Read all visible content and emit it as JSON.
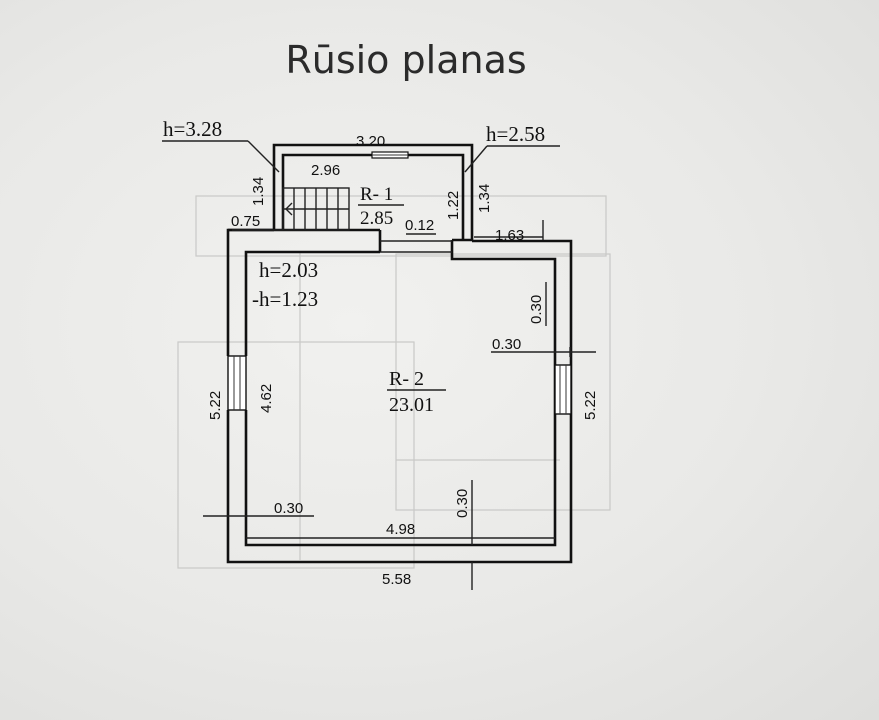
{
  "title": "Rūsio planas",
  "rooms": [
    {
      "id": "R- 1",
      "area": "2.85"
    },
    {
      "id": "R- 2",
      "area": "23.01"
    }
  ],
  "heights": {
    "left_top": "h=3.28",
    "right_top": "h=2.58",
    "room2_h": "h=2.03",
    "room2_neg_h": "-h=1.23"
  },
  "dimensions": {
    "top_outer": "3.20",
    "top_inner": "2.96",
    "left_upper": "1.34",
    "stair_step": "0.75",
    "door_gap": "0.12",
    "right_inner_upper": "1.22",
    "right_outer_upper": "1.34",
    "right_step": "1.63",
    "right_wall_top": "0.30",
    "right_wall_mid": "0.30",
    "left_outer": "5.22",
    "left_inner": "4.62",
    "right_outer": "5.22",
    "left_wall_bottom": "0.30",
    "bottom_wall": "0.30",
    "bottom_inner": "4.98",
    "bottom_outer": "5.58"
  },
  "colors": {
    "ink": "#111111",
    "title": "#2b2b2b",
    "paper": "#ececea"
  }
}
